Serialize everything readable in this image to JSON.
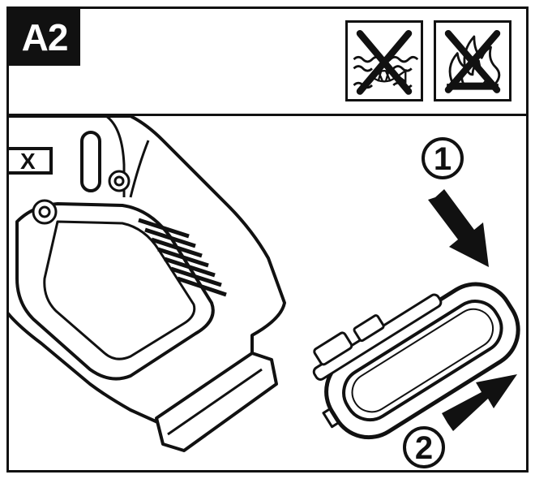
{
  "figure": {
    "step_label": "A2",
    "tool_badge_text": "X",
    "warnings": [
      {
        "icon": "no-water-icon"
      },
      {
        "icon": "no-fire-icon"
      }
    ],
    "steps": [
      {
        "number": "1"
      },
      {
        "number": "2"
      }
    ],
    "colors": {
      "ink": "#111111",
      "paper": "#ffffff"
    }
  }
}
